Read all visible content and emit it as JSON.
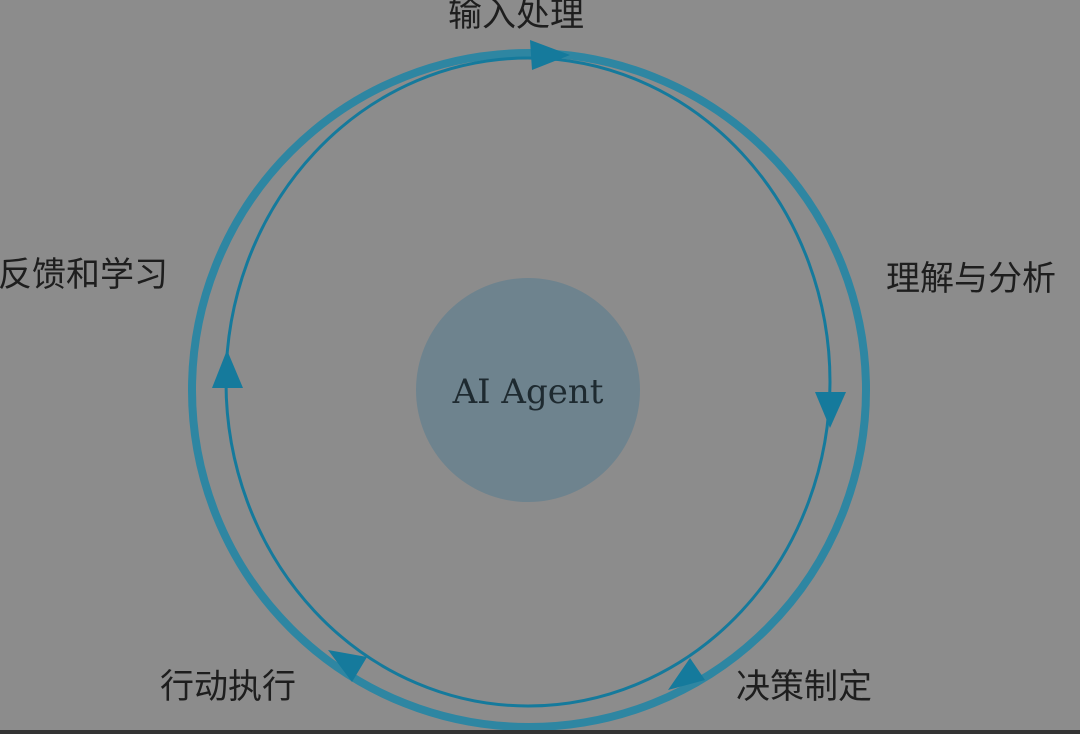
{
  "center": {
    "label": "AI Agent",
    "color": "#6e838e"
  },
  "stages": [
    {
      "label": "输入处理"
    },
    {
      "label": "理解与分析"
    },
    {
      "label": "决策制定"
    },
    {
      "label": "行动执行"
    },
    {
      "label": "反馈和学习"
    }
  ],
  "colors": {
    "background": "#8c8c8c",
    "outer_ring": "#2e86a2",
    "inner_ring": "#157a9c",
    "text": "#1e1e1e"
  }
}
